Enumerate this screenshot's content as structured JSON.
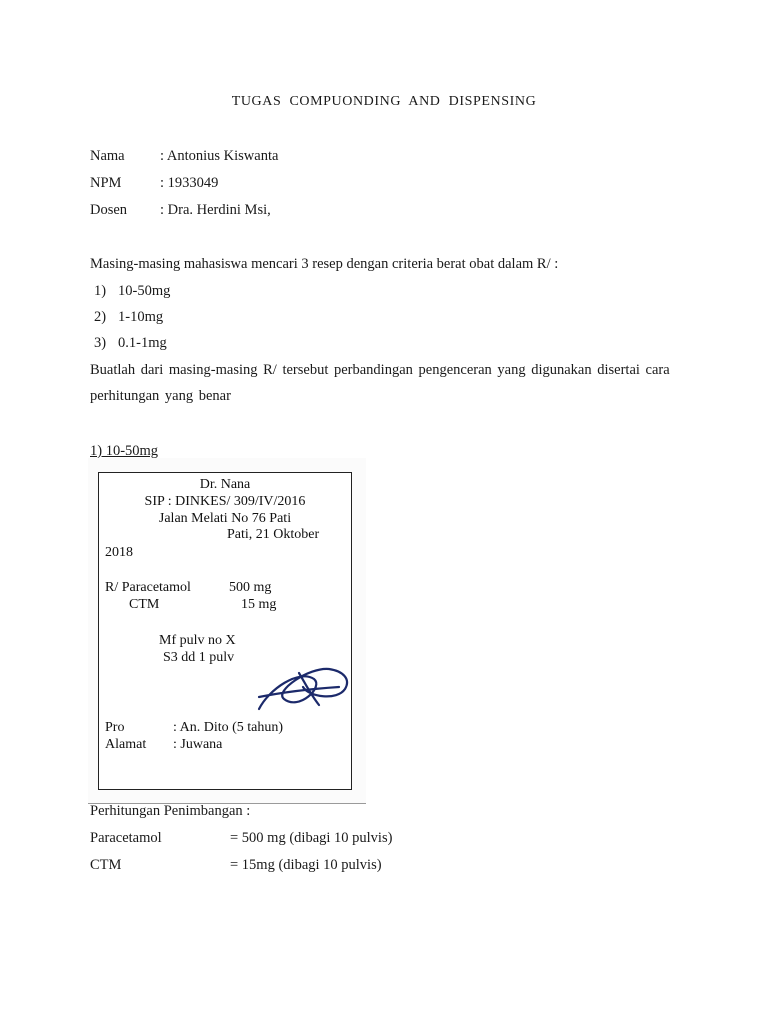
{
  "title": "TUGAS COMPUONDING AND DISPENSING",
  "info": {
    "nama_label": "Nama",
    "nama_value": ": Antonius Kiswanta",
    "npm_label": "NPM",
    "npm_value": ": 1933049",
    "dosen_label": "Dosen",
    "dosen_value": ": Dra. Herdini Msi,"
  },
  "task": {
    "intro": "Masing-masing mahasiswa mencari 3 resep dengan criteria berat obat dalam R/ :",
    "criteria": [
      {
        "num": "1)",
        "text": "10-50mg"
      },
      {
        "num": "2)",
        "text": "1-10mg"
      },
      {
        "num": "3)",
        "text": "0.1-1mg"
      }
    ],
    "instruction": "Buatlah dari masing-masing R/ tersebut perbandingan pengenceran yang digunakan disertai cara perhitungan yang benar"
  },
  "section1": {
    "heading": "1) 10-50mg"
  },
  "prescription": {
    "doctor": "Dr. Nana",
    "sip": "SIP : DINKES/ 309/IV/2016",
    "address": "Jalan Melati No 76 Pati",
    "date_line1": "Pati,   21   Oktober",
    "date_line2": "2018",
    "item1_name": "R/ Paracetamol",
    "item1_dose": "500 mg",
    "item2_name": "CTM",
    "item2_dose": "15 mg",
    "instr1": "Mf pulv no X",
    "instr2": "S3 dd 1 pulv",
    "pro_label": "Pro",
    "pro_value": ": An. Dito (5 tahun)",
    "alamat_label": "Alamat",
    "alamat_value": ": Juwana"
  },
  "calc": {
    "heading": "Perhitungan  Penimbangan :",
    "rows": [
      {
        "name": "Paracetamol",
        "value": "= 500 mg (dibagi 10 pulvis)"
      },
      {
        "name": "CTM",
        "value": "=  15mg (dibagi 10 pulvis)"
      }
    ]
  }
}
